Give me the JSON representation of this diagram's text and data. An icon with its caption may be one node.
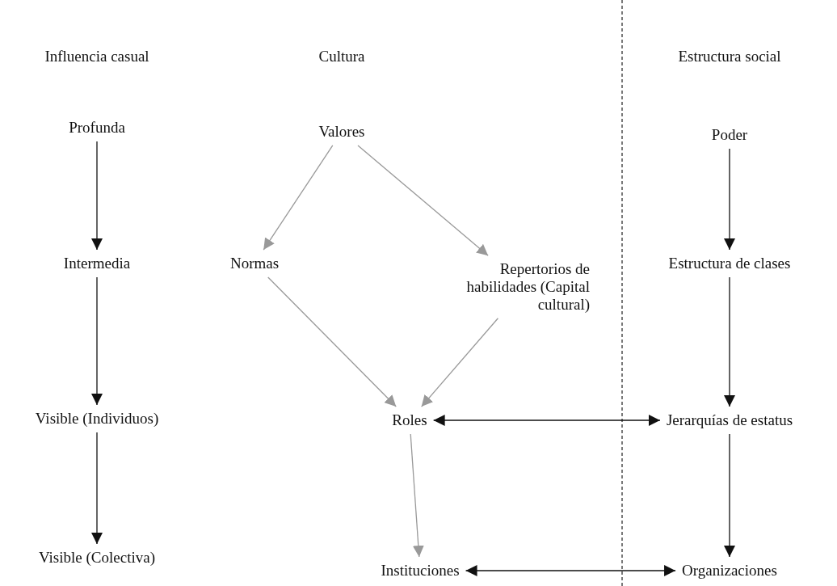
{
  "diagram": {
    "nodes": [
      {
        "text": [
          "Profunda"
        ]
      },
      {
        "text": [
          "Intermedia"
        ]
      },
      {
        "text": [
          "Visible (Individuos)"
        ]
      },
      {
        "text": [
          "Visible (Colectiva)"
        ]
      },
      {
        "text": [
          "Valores"
        ]
      },
      {
        "text": [
          "Normas"
        ]
      },
      {
        "text": [
          "Repertorios de habilidades (Capital cultural)"
        ]
      },
      {
        "text": [
          "Roles"
        ]
      },
      {
        "text": [
          "Instituciones"
        ]
      },
      {
        "text": [
          "Poder"
        ]
      },
      {
        "text": [
          "Estructura de clases"
        ]
      },
      {
        "text": [
          "Jerarquías de estatus"
        ]
      },
      {
        "text": [
          "Organizaciones"
        ]
      }
    ],
    "edges": [
      {
        "from": 0,
        "to": 1,
        "arrow": "to"
      },
      {
        "from": 1,
        "to": 2,
        "arrow": "to"
      },
      {
        "from": 2,
        "to": 3,
        "arrow": "to"
      },
      {
        "from": 4,
        "to": 5,
        "arrow": "to",
        "color": "#999999"
      },
      {
        "from": 4,
        "to": 6,
        "arrow": "to",
        "color": "#999999"
      },
      {
        "from": 5,
        "to": 7,
        "arrow": "to",
        "color": "#999999"
      },
      {
        "from": 6,
        "to": 7,
        "arrow": "to",
        "color": "#999999"
      },
      {
        "from": 7,
        "to": 8,
        "arrow": "to",
        "color": "#999999"
      },
      {
        "from": 9,
        "to": 10,
        "arrow": "to"
      },
      {
        "from": 10,
        "to": 11,
        "arrow": "to"
      },
      {
        "from": 11,
        "to": 12,
        "arrow": "to"
      },
      {
        "from": 7,
        "to": 11,
        "arrow": "both"
      },
      {
        "from": 8,
        "to": 12,
        "arrow": "both"
      }
    ],
    "labels": [
      "Influencia casual",
      "Cultura",
      "Estructura social"
    ]
  }
}
